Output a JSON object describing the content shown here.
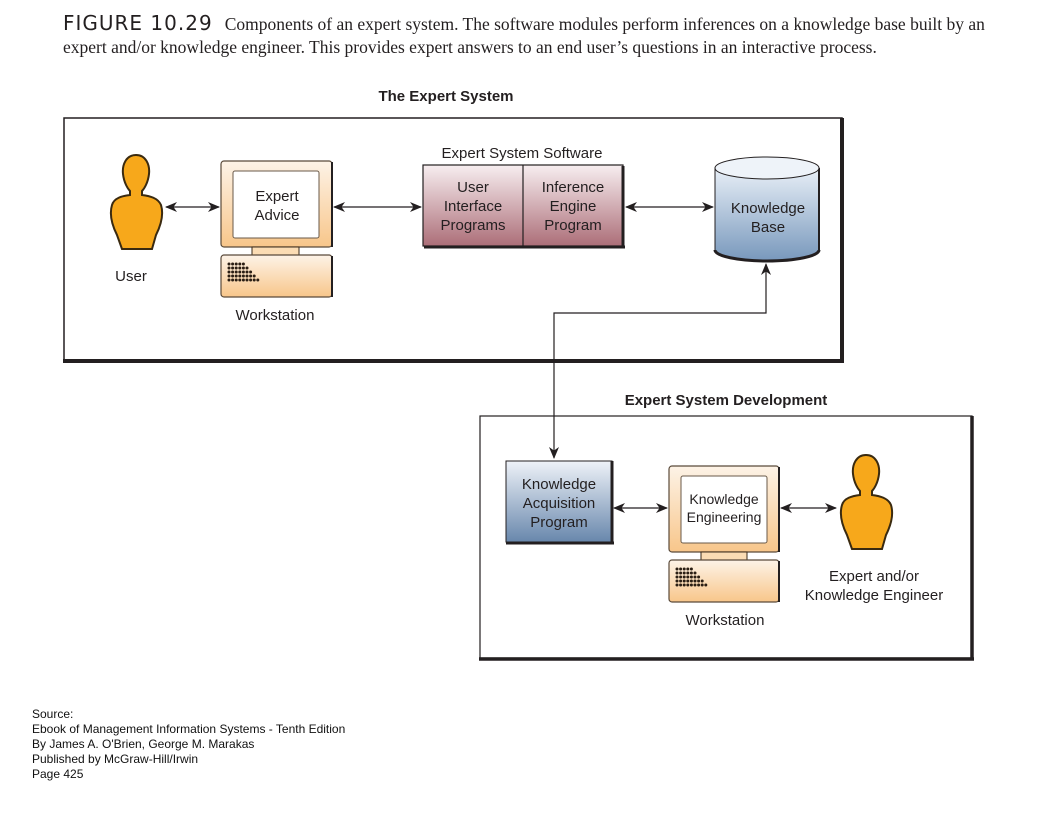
{
  "caption": {
    "figure_label": "FIGURE 10.29",
    "text": "Components of an expert system. The software modules perform inferences on a knowledge base built by an expert and/or knowledge engineer. This provides expert answers to an end user’s questions in an interactive process."
  },
  "expert_system": {
    "title": "The Expert System",
    "user": {
      "label": "User",
      "icon": "person-icon"
    },
    "workstation": {
      "screen_lines": [
        "Expert",
        "Advice"
      ],
      "label": "Workstation",
      "icon": "computer-icon"
    },
    "software": {
      "title": "Expert System Software",
      "modules": [
        {
          "lines": [
            "User",
            "Interface",
            "Programs"
          ]
        },
        {
          "lines": [
            "Inference",
            "Engine",
            "Program"
          ]
        }
      ]
    },
    "knowledge_base": {
      "lines": [
        "Knowledge",
        "Base"
      ],
      "icon": "database-icon"
    }
  },
  "development": {
    "title": "Expert System Development",
    "acquisition": {
      "lines": [
        "Knowledge",
        "Acquisition",
        "Program"
      ]
    },
    "workstation": {
      "screen_lines": [
        "Knowledge",
        "Engineering"
      ],
      "label": "Workstation",
      "icon": "computer-icon"
    },
    "expert": {
      "lines": [
        "Expert and/or",
        "Knowledge Engineer"
      ],
      "icon": "person-icon"
    }
  },
  "colors": {
    "person_fill": "#f7a81b",
    "workstation_fill_top": "#fdf1e3",
    "workstation_fill_bottom": "#f8c98e",
    "software_fill_top": "#f6ecee",
    "software_fill_bottom": "#b0737c",
    "knowledge_fill_top": "#e6eef6",
    "knowledge_fill_bottom": "#7c9ec0",
    "acquisition_fill_top": "#e9eff6",
    "acquisition_fill_bottom": "#6e8fb2"
  },
  "source": {
    "lines": [
      "Source:",
      "Ebook of Management Information Systems - Tenth Edition",
      "By James A. O'Brien, George M. Marakas",
      "Published by McGraw-Hill/Irwin",
      "Page 425"
    ]
  }
}
